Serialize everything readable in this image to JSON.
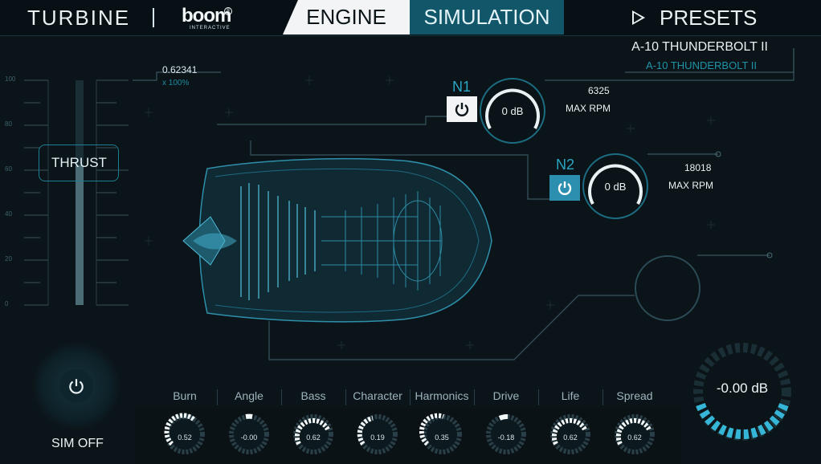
{
  "header": {
    "app_title": "TURBINE",
    "logo": {
      "word": "boom",
      "sub": "INTERACTIVE"
    },
    "tabs": [
      {
        "label": "ENGINE",
        "active": true
      },
      {
        "label": "SIMULATION",
        "active": false
      }
    ],
    "presets_label": "PRESETS"
  },
  "preset": {
    "name": "A-10 THUNDERBOLT II",
    "subtitle": "A-10 THUNDERBOLT II"
  },
  "thrust": {
    "label": "THRUST",
    "value": "0.62341",
    "multiplier": "x 100%",
    "scale": [
      "100",
      "80",
      "60",
      "40",
      "20",
      "0"
    ],
    "level": 0.62
  },
  "n1": {
    "label": "N1",
    "db": "0 dB",
    "rpm": "6325",
    "rpm_label": "MAX RPM",
    "power_on": true
  },
  "n2": {
    "label": "N2",
    "db": "0 dB",
    "rpm": "18018",
    "rpm_label": "MAX RPM",
    "power_on": true
  },
  "sim": {
    "label": "SIM OFF"
  },
  "master": {
    "value": "-0.00 dB"
  },
  "knobs": [
    {
      "label": "Burn",
      "value": "0.52"
    },
    {
      "label": "Angle",
      "value": "-0.00"
    },
    {
      "label": "Bass",
      "value": "0.62"
    },
    {
      "label": "Character",
      "value": "0.19"
    },
    {
      "label": "Harmonics",
      "value": "0.35"
    },
    {
      "label": "Drive",
      "value": "-0.18"
    },
    {
      "label": "Life",
      "value": "0.62"
    },
    {
      "label": "Spread",
      "value": "0.62"
    }
  ],
  "colors": {
    "accent": "#2aa7c4",
    "active_tab": "#12566a",
    "background": "#0b1418"
  },
  "icons": [
    "power-icon",
    "play-icon"
  ]
}
